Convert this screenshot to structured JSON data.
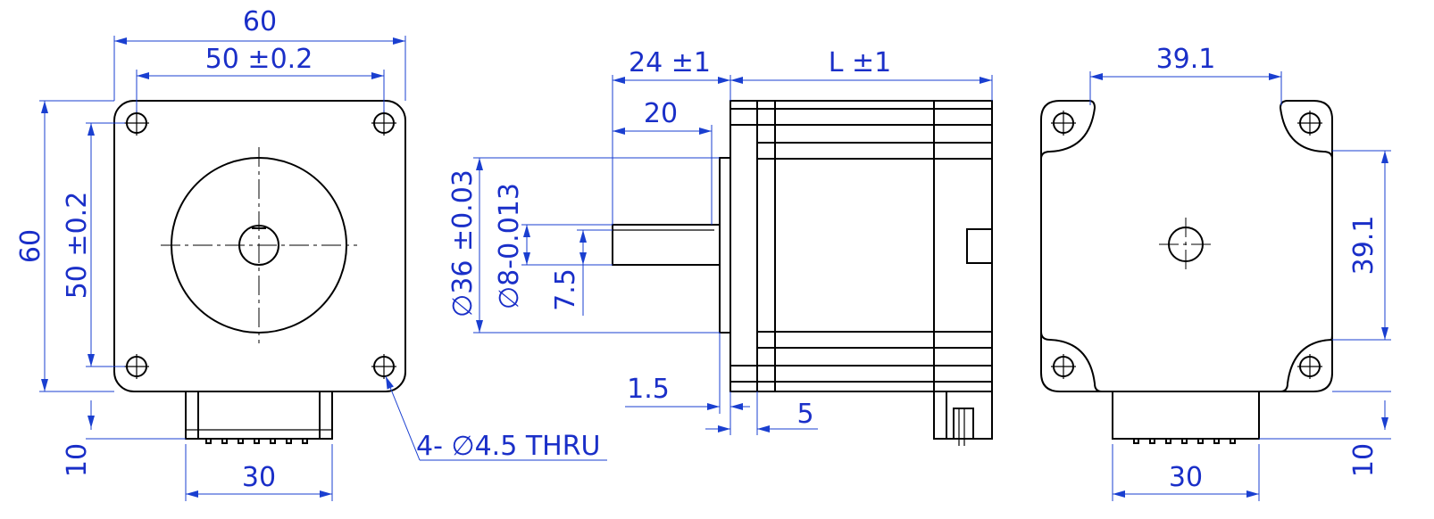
{
  "front_view": {
    "width": "60",
    "hole_spacing_h": "50 ±0.2",
    "height": "60",
    "hole_spacing_v": "50 ±0.2",
    "connector_height": "10",
    "connector_width": "30",
    "hole_callout": "4- ∅4.5 THRU"
  },
  "side_view": {
    "shaft_length": "24 ±1",
    "body_length": "L ±1",
    "flat_length": "20",
    "pilot_dia": "∅36 ±0.03",
    "shaft_dia": "∅8-0.013",
    "flat_depth": "7.5",
    "pilot_height": "1.5",
    "flange_thickness": "5"
  },
  "rear_view": {
    "width": "39.1",
    "height": "39.1",
    "connector_height": "10",
    "connector_width": "30"
  },
  "colors": {
    "outline": "#000000",
    "dimension": "#1a3fd0"
  }
}
